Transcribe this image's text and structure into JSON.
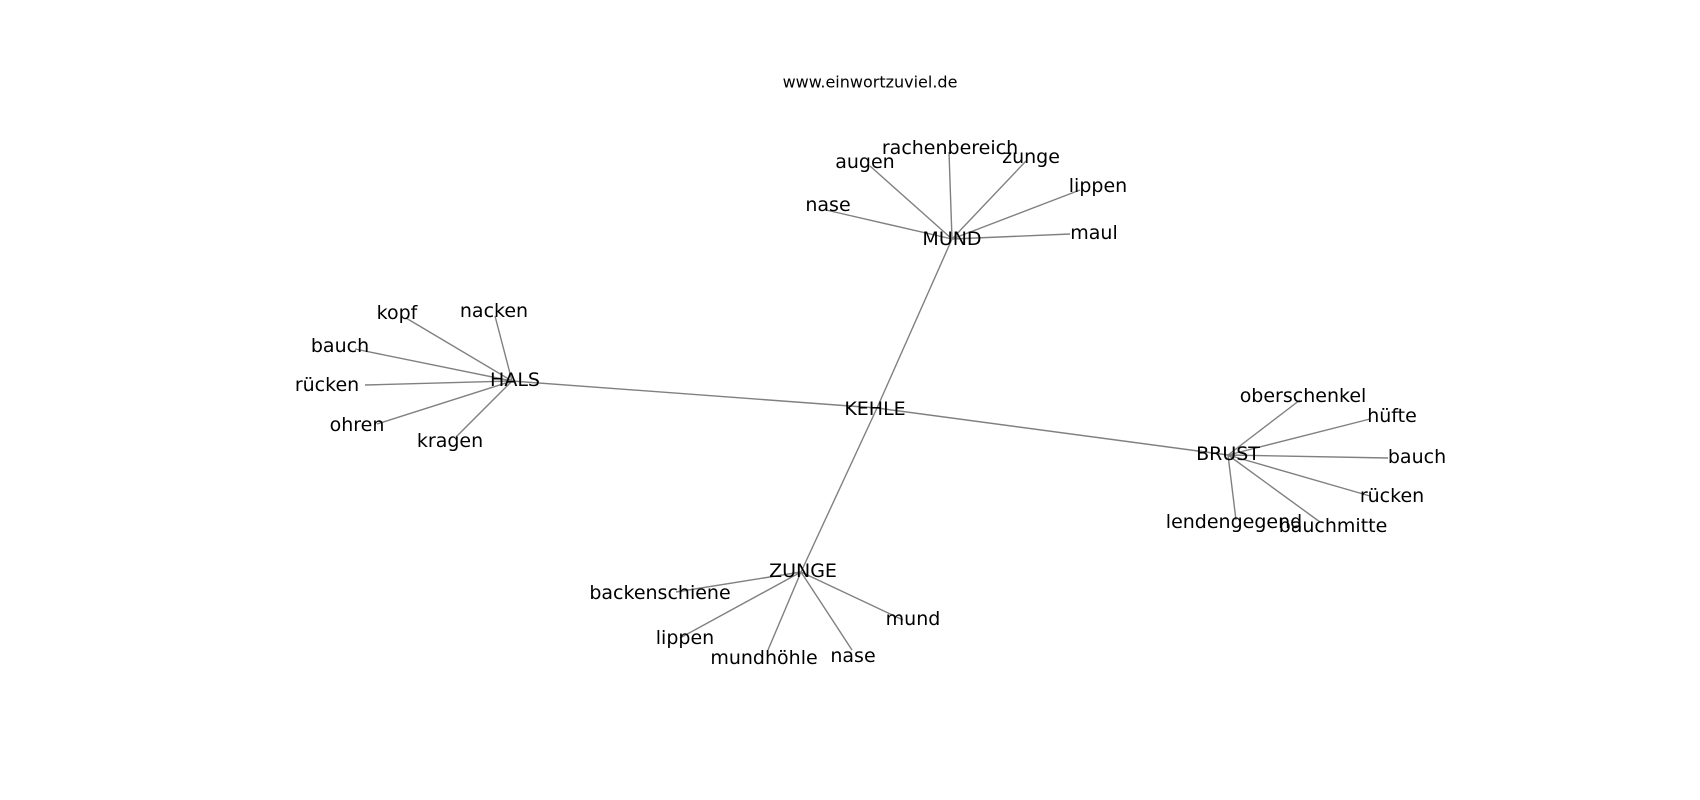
{
  "caption": "www.einwortzuviel.de",
  "graph": {
    "center": "KEHLE",
    "hubs": [
      {
        "id": "MUND",
        "label": "MUND",
        "leaves": [
          "augen",
          "rachenbereich",
          "zunge",
          "lippen",
          "nase",
          "maul"
        ]
      },
      {
        "id": "HALS",
        "label": "HALS",
        "leaves": [
          "kopf",
          "nacken",
          "bauch",
          "rücken",
          "ohren",
          "kragen"
        ]
      },
      {
        "id": "BRUST",
        "label": "BRUST",
        "leaves": [
          "oberschenkel",
          "hüfte",
          "bauch",
          "rücken",
          "lendengegend",
          "bauchmitte"
        ]
      },
      {
        "id": "ZUNGE",
        "label": "ZUNGE",
        "leaves": [
          "backenschiene",
          "lippen",
          "mundhöhle",
          "nase",
          "mund"
        ]
      }
    ]
  },
  "colors": {
    "edge": "#808080",
    "text": "#000000",
    "background": "#ffffff"
  }
}
